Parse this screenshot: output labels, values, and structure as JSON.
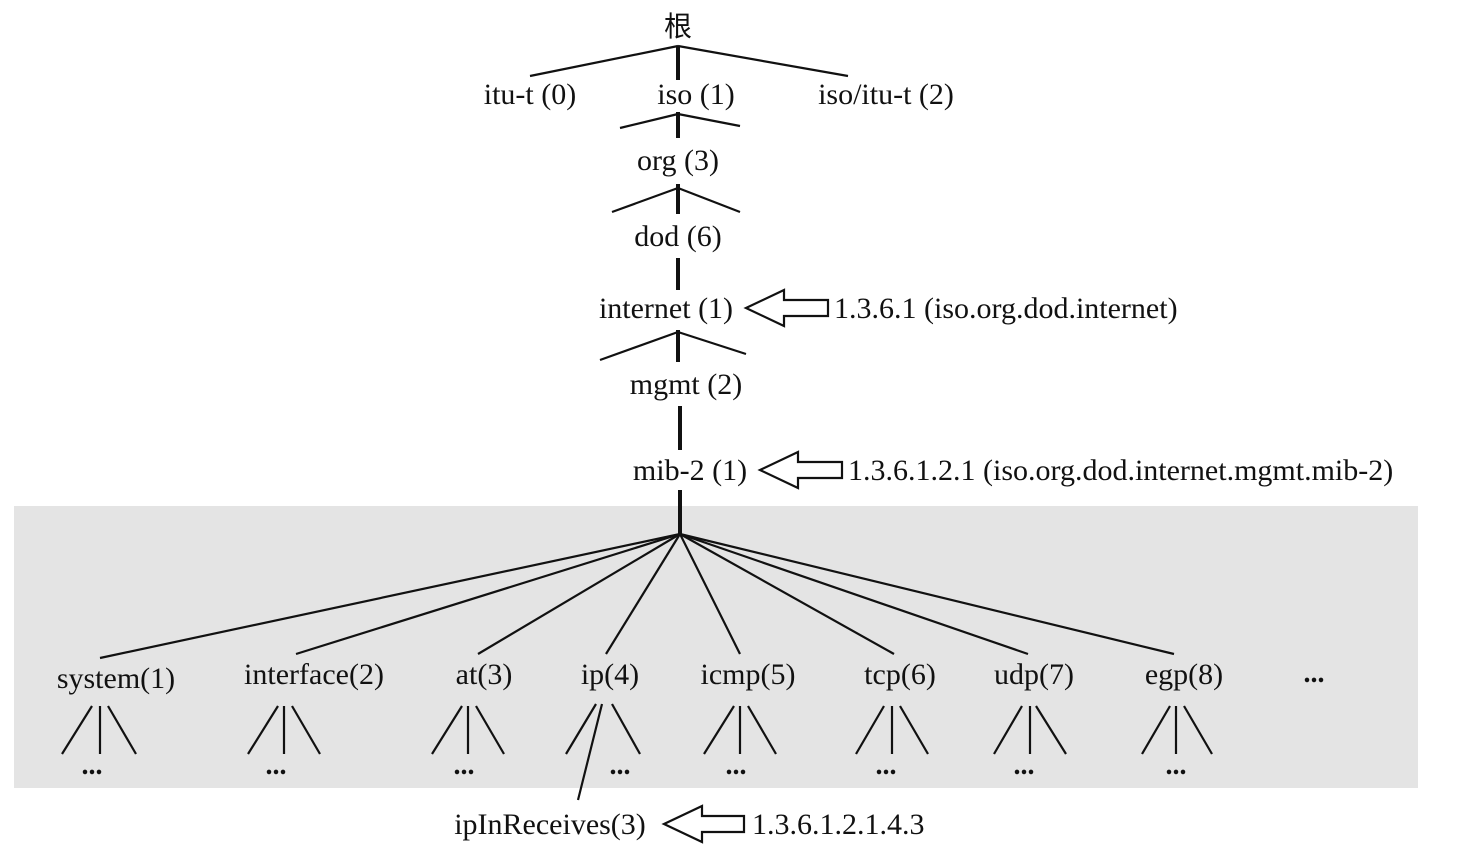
{
  "root": "根",
  "top_children": [
    "itu-t (0)",
    "iso (1)",
    "iso/itu-t (2)"
  ],
  "chain": [
    "org (3)",
    "dod (6)",
    "internet (1)",
    "mgmt (2)",
    "mib-2 (1)"
  ],
  "mib_groups": [
    "system(1)",
    "interface(2)",
    "at(3)",
    "ip(4)",
    "icmp(5)",
    "tcp(6)",
    "udp(7)",
    "egp(8)"
  ],
  "more_groups": "...",
  "leaf_ellipsis": "...",
  "ip_leaf": "ipInReceives(3)",
  "annotations": {
    "internet": "1.3.6.1 (iso.org.dod.internet)",
    "mib2": "1.3.6.1.2.1 (iso.org.dod.internet.mgmt.mib-2)",
    "ipInReceives": "1.3.6.1.2.1.4.3"
  },
  "colors": {
    "line": "#111111",
    "shaded_region": "#e4e4e4",
    "background": "#ffffff"
  }
}
